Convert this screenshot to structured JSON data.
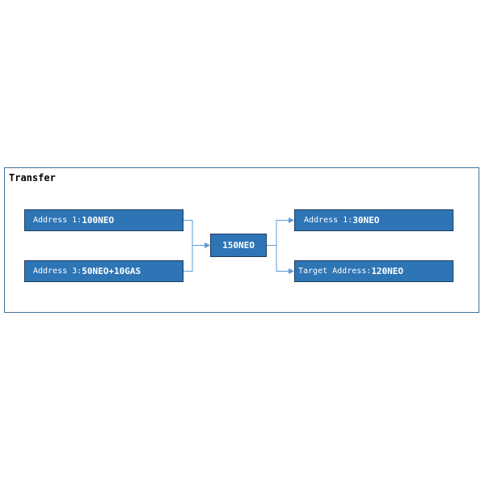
{
  "diagram": {
    "title": "Transfer",
    "node_color": "#2E75B6",
    "line_color": "#5B9BD5",
    "inputs": [
      {
        "label": "Address 1: ",
        "amount": "100NEO"
      },
      {
        "label": "Address 3: ",
        "amount": "50NEO+10GAS"
      }
    ],
    "merge": {
      "amount": "150NEO"
    },
    "outputs": [
      {
        "label": "Address 1: ",
        "amount": "30NEO"
      },
      {
        "label": "Target Address: ",
        "amount": "120NEO"
      }
    ]
  }
}
